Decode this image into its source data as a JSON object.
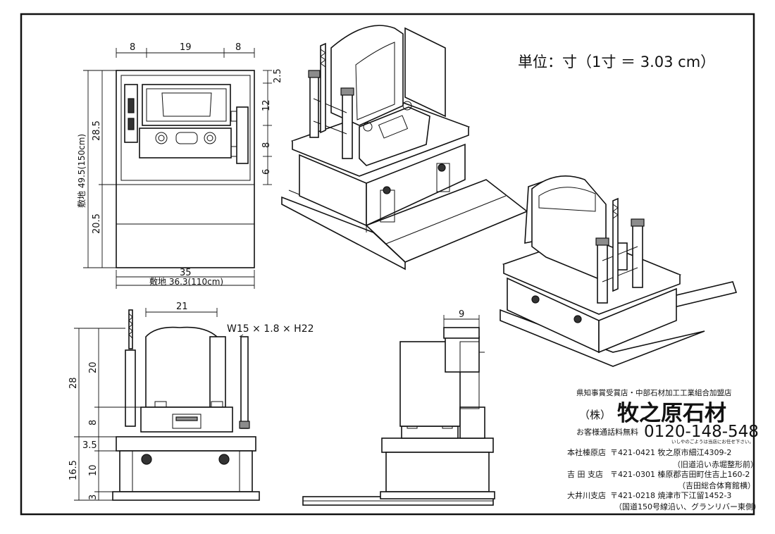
{
  "units": "単位：寸（1寸 ＝ 3.03 cm）",
  "plan": {
    "top_left": "8",
    "top_mid": "19",
    "top_right": "8",
    "site_height": "敷地 49.5(150cm)",
    "upper": "28.5",
    "lower": "20.5",
    "right_top": "2.5",
    "right_12": "12",
    "right_8": "8",
    "right_6": "6",
    "width": "35",
    "site_width": "敷地 36.3(110cm)"
  },
  "front": {
    "width": "21",
    "stone_size": "W15 × 1.8 × H22",
    "total": "28",
    "upper": "20",
    "mid": "8",
    "base1": "3.5",
    "base_total": "16.5",
    "base2": "10",
    "base3": "3"
  },
  "side": {
    "depth": "9"
  },
  "company": {
    "award": "県知事賞受賞店・中部石材加工工業組合加盟店",
    "prefix": "（株）",
    "name": "牧之原石材",
    "freedial_label": "お客様通話料無料",
    "phone": "0120-148-548",
    "phone_note": "いしやのごようは当店にお任せ下さい。",
    "branches": [
      {
        "name": "本社榛原店",
        "address": "〒421-0421 牧之原市細江4309-2",
        "note": "（旧道沿い赤堀整形前）"
      },
      {
        "name": "吉 田 支店",
        "address": "〒421-0301 榛原郡吉田町住吉上160-2",
        "note": "（吉田総合体育館横）"
      },
      {
        "name": "大井川支店",
        "address": "〒421-0218 焼津市下江留1452-3",
        "note": "（国道150号線沿い、グランリバー東側）"
      }
    ]
  }
}
